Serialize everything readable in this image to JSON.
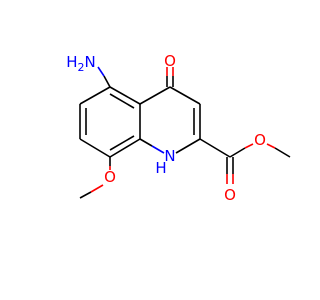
{
  "structure": {
    "labels": {
      "amino": "H2N",
      "amino_h": "H",
      "amino_2": "2",
      "amino_n": "N",
      "ketone_o": "O",
      "ring_nh": "H",
      "ring_n": "N",
      "ester_carbonyl_o": "O",
      "ester_ether_o": "O",
      "methoxy_o": "O"
    },
    "colors": {
      "carbon_bond": "#000000",
      "oxygen": "#ff0000",
      "nitrogen": "#0000ff"
    }
  }
}
